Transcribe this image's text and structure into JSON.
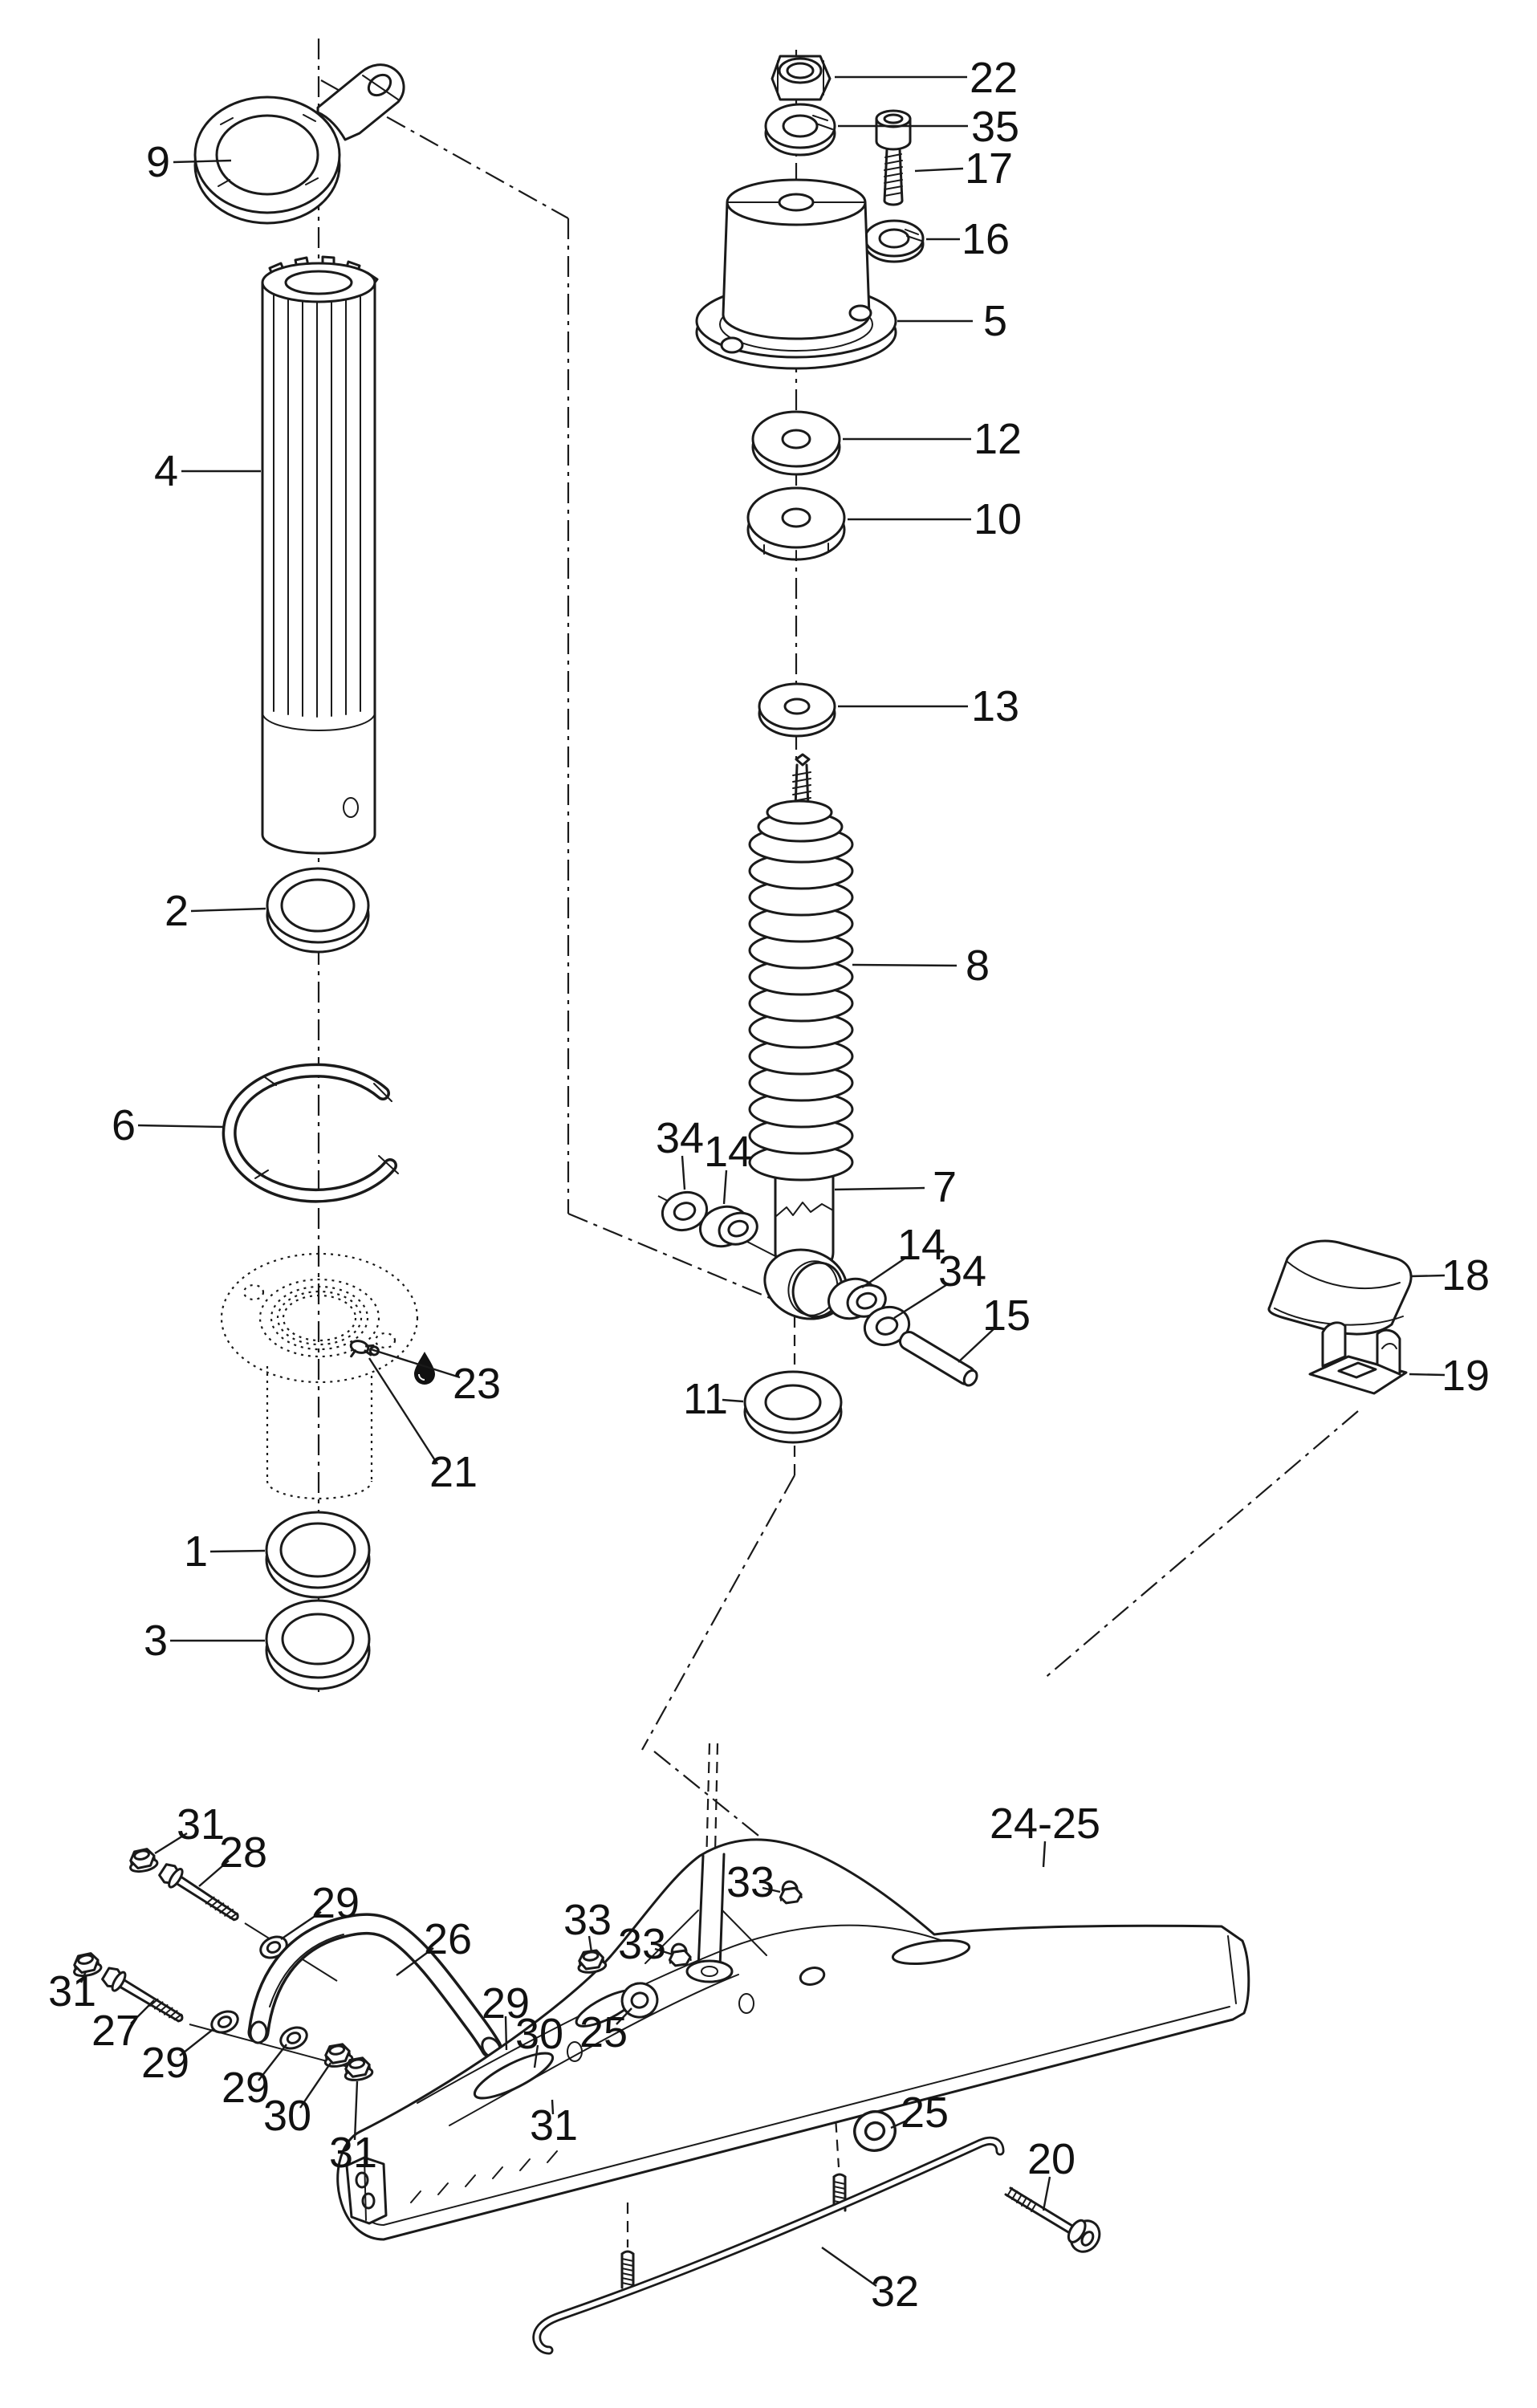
{
  "page": {
    "background_color": "#ffffff",
    "line_color": "#1a1a1a",
    "kind": "exploded parts diagram",
    "subject": "ski and front suspension assembly"
  },
  "diagram": {
    "grease_icon": "droplet",
    "callouts": [
      {
        "text": "9"
      },
      {
        "text": "22"
      },
      {
        "text": "35"
      },
      {
        "text": "17"
      },
      {
        "text": "16"
      },
      {
        "text": "5"
      },
      {
        "text": "4"
      },
      {
        "text": "12"
      },
      {
        "text": "10"
      },
      {
        "text": "13"
      },
      {
        "text": "2"
      },
      {
        "text": "8"
      },
      {
        "text": "6"
      },
      {
        "text": "34"
      },
      {
        "text": "14"
      },
      {
        "text": "7"
      },
      {
        "text": "14"
      },
      {
        "text": "34"
      },
      {
        "text": "18"
      },
      {
        "text": "15"
      },
      {
        "text": "19"
      },
      {
        "text": "23"
      },
      {
        "text": "11"
      },
      {
        "text": "21"
      },
      {
        "text": "1"
      },
      {
        "text": "3"
      },
      {
        "text": "31"
      },
      {
        "text": "28"
      },
      {
        "text": "29"
      },
      {
        "text": "26"
      },
      {
        "text": "24-25"
      },
      {
        "text": "31"
      },
      {
        "text": "27"
      },
      {
        "text": "29"
      },
      {
        "text": "33"
      },
      {
        "text": "33"
      },
      {
        "text": "33"
      },
      {
        "text": "25"
      },
      {
        "text": "29"
      },
      {
        "text": "30"
      },
      {
        "text": "31"
      },
      {
        "text": "29"
      },
      {
        "text": "30"
      },
      {
        "text": "31"
      },
      {
        "text": "25"
      },
      {
        "text": "20"
      },
      {
        "text": "32"
      }
    ]
  }
}
